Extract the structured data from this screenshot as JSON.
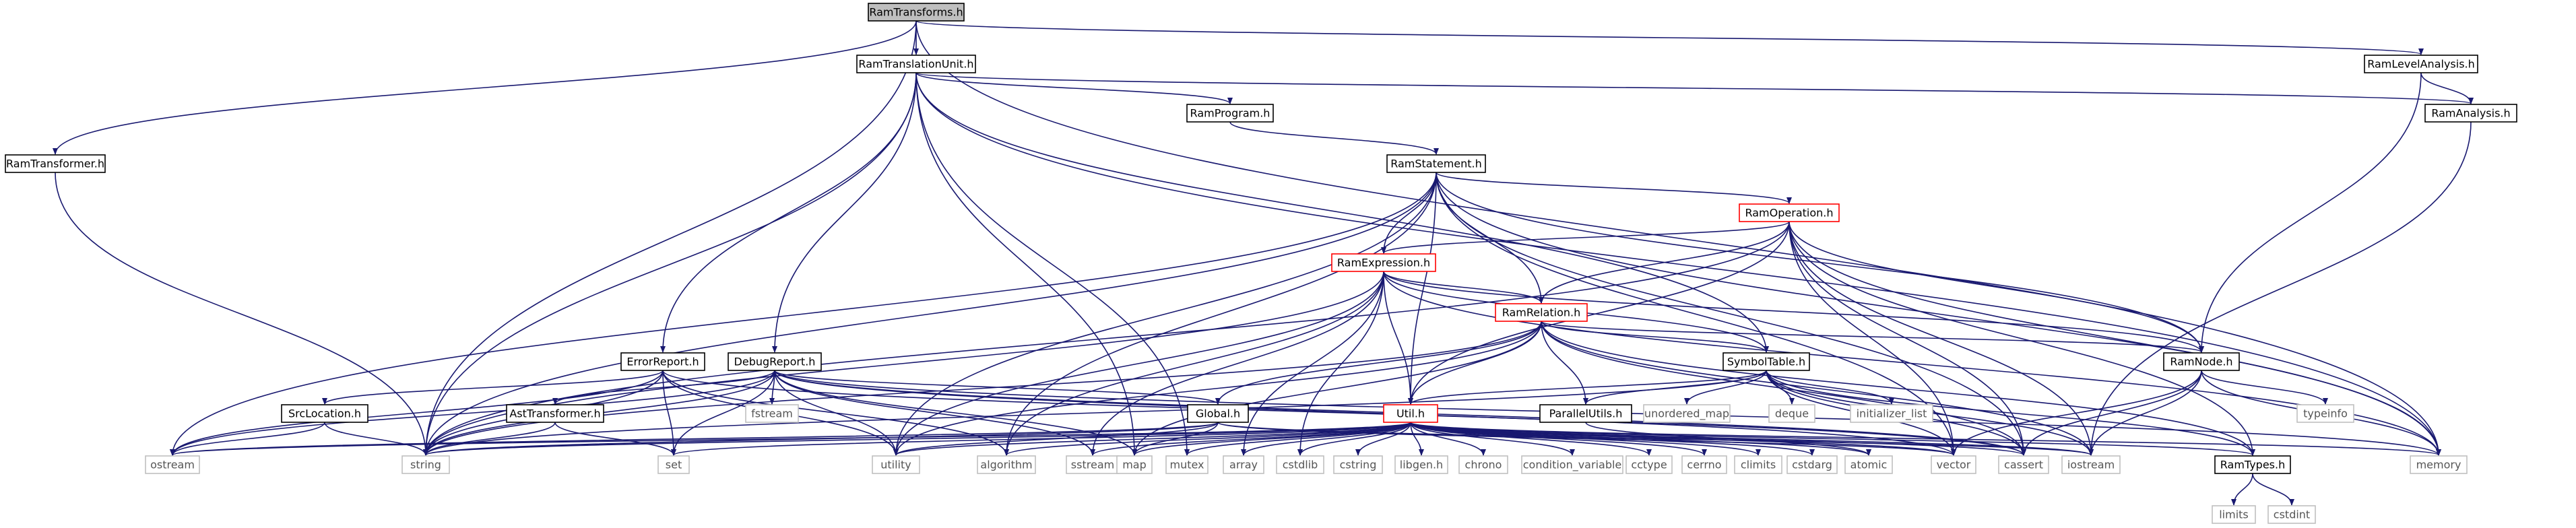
{
  "diagram": {
    "nodes": [
      {
        "id": "RamTransforms",
        "label": "RamTransforms.h",
        "style": "root"
      },
      {
        "id": "RamTranslationUnit",
        "label": "RamTranslationUnit.h",
        "style": "normal"
      },
      {
        "id": "RamLevelAnalysis",
        "label": "RamLevelAnalysis.h",
        "style": "normal"
      },
      {
        "id": "RamTransformer",
        "label": "RamTransformer.h",
        "style": "normal"
      },
      {
        "id": "RamProgram",
        "label": "RamProgram.h",
        "style": "normal"
      },
      {
        "id": "RamAnalysis",
        "label": "RamAnalysis.h",
        "style": "normal"
      },
      {
        "id": "RamStatement",
        "label": "RamStatement.h",
        "style": "normal"
      },
      {
        "id": "RamOperation",
        "label": "RamOperation.h",
        "style": "red"
      },
      {
        "id": "RamExpression",
        "label": "RamExpression.h",
        "style": "red"
      },
      {
        "id": "RamRelation",
        "label": "RamRelation.h",
        "style": "red"
      },
      {
        "id": "ErrorReport",
        "label": "ErrorReport.h",
        "style": "normal"
      },
      {
        "id": "DebugReport",
        "label": "DebugReport.h",
        "style": "normal"
      },
      {
        "id": "SymbolTable",
        "label": "SymbolTable.h",
        "style": "normal"
      },
      {
        "id": "RamNode",
        "label": "RamNode.h",
        "style": "normal"
      },
      {
        "id": "SrcLocation",
        "label": "SrcLocation.h",
        "style": "normal"
      },
      {
        "id": "AstTransformer",
        "label": "AstTransformer.h",
        "style": "normal"
      },
      {
        "id": "Global",
        "label": "Global.h",
        "style": "normal"
      },
      {
        "id": "Util",
        "label": "Util.h",
        "style": "red"
      },
      {
        "id": "ParallelUtils",
        "label": "ParallelUtils.h",
        "style": "normal"
      },
      {
        "id": "RamTypes",
        "label": "RamTypes.h",
        "style": "normal"
      },
      {
        "id": "fstream",
        "label": "fstream",
        "style": "leaf"
      },
      {
        "id": "unordered_map",
        "label": "unordered_map",
        "style": "leaf"
      },
      {
        "id": "deque",
        "label": "deque",
        "style": "leaf"
      },
      {
        "id": "initializer_list",
        "label": "initializer_list",
        "style": "leaf"
      },
      {
        "id": "typeinfo",
        "label": "typeinfo",
        "style": "leaf"
      },
      {
        "id": "ostream",
        "label": "ostream",
        "style": "leaf"
      },
      {
        "id": "string",
        "label": "string",
        "style": "leaf"
      },
      {
        "id": "set",
        "label": "set",
        "style": "leaf"
      },
      {
        "id": "utility",
        "label": "utility",
        "style": "leaf"
      },
      {
        "id": "algorithm",
        "label": "algorithm",
        "style": "leaf"
      },
      {
        "id": "sstream",
        "label": "sstream",
        "style": "leaf"
      },
      {
        "id": "map",
        "label": "map",
        "style": "leaf"
      },
      {
        "id": "mutex",
        "label": "mutex",
        "style": "leaf"
      },
      {
        "id": "array",
        "label": "array",
        "style": "leaf"
      },
      {
        "id": "cstdlib",
        "label": "cstdlib",
        "style": "leaf"
      },
      {
        "id": "cstring",
        "label": "cstring",
        "style": "leaf"
      },
      {
        "id": "libgen",
        "label": "libgen.h",
        "style": "leaf"
      },
      {
        "id": "chrono",
        "label": "chrono",
        "style": "leaf"
      },
      {
        "id": "condition_variable",
        "label": "condition_variable",
        "style": "leaf"
      },
      {
        "id": "cctype",
        "label": "cctype",
        "style": "leaf"
      },
      {
        "id": "cerrno",
        "label": "cerrno",
        "style": "leaf"
      },
      {
        "id": "climits",
        "label": "climits",
        "style": "leaf"
      },
      {
        "id": "cstdarg",
        "label": "cstdarg",
        "style": "leaf"
      },
      {
        "id": "atomic",
        "label": "atomic",
        "style": "leaf"
      },
      {
        "id": "vector",
        "label": "vector",
        "style": "leaf"
      },
      {
        "id": "cassert",
        "label": "cassert",
        "style": "leaf"
      },
      {
        "id": "iostream",
        "label": "iostream",
        "style": "leaf"
      },
      {
        "id": "memory",
        "label": "memory",
        "style": "leaf"
      },
      {
        "id": "limits",
        "label": "limits",
        "style": "leaf"
      },
      {
        "id": "cstdint",
        "label": "cstdint",
        "style": "leaf"
      }
    ],
    "edges": [
      [
        "RamTransforms",
        "RamTranslationUnit"
      ],
      [
        "RamTransforms",
        "RamLevelAnalysis"
      ],
      [
        "RamTransforms",
        "RamTransformer"
      ],
      [
        "RamTransforms",
        "string"
      ],
      [
        "RamTransforms",
        "memory"
      ],
      [
        "RamTranslationUnit",
        "RamProgram"
      ],
      [
        "RamTranslationUnit",
        "RamAnalysis"
      ],
      [
        "RamTranslationUnit",
        "ErrorReport"
      ],
      [
        "RamTranslationUnit",
        "DebugReport"
      ],
      [
        "RamTranslationUnit",
        "SymbolTable"
      ],
      [
        "RamTranslationUnit",
        "string"
      ],
      [
        "RamTranslationUnit",
        "map"
      ],
      [
        "RamTranslationUnit",
        "mutex"
      ],
      [
        "RamTranslationUnit",
        "memory"
      ],
      [
        "RamLevelAnalysis",
        "RamAnalysis"
      ],
      [
        "RamLevelAnalysis",
        "RamNode"
      ],
      [
        "RamTransformer",
        "string"
      ],
      [
        "RamProgram",
        "RamStatement"
      ],
      [
        "RamAnalysis",
        "iostream"
      ],
      [
        "RamStatement",
        "RamOperation"
      ],
      [
        "RamStatement",
        "RamExpression"
      ],
      [
        "RamStatement",
        "RamRelation"
      ],
      [
        "RamStatement",
        "RamNode"
      ],
      [
        "RamStatement",
        "Util"
      ],
      [
        "RamStatement",
        "ostream"
      ],
      [
        "RamStatement",
        "string"
      ],
      [
        "RamStatement",
        "utility"
      ],
      [
        "RamStatement",
        "algorithm"
      ],
      [
        "RamStatement",
        "vector"
      ],
      [
        "RamStatement",
        "cassert"
      ],
      [
        "RamStatement",
        "memory"
      ],
      [
        "RamOperation",
        "RamExpression"
      ],
      [
        "RamOperation",
        "RamRelation"
      ],
      [
        "RamOperation",
        "RamNode"
      ],
      [
        "RamOperation",
        "Util"
      ],
      [
        "RamOperation",
        "RamTypes"
      ],
      [
        "RamOperation",
        "string"
      ],
      [
        "RamOperation",
        "vector"
      ],
      [
        "RamOperation",
        "cassert"
      ],
      [
        "RamOperation",
        "iostream"
      ],
      [
        "RamOperation",
        "memory"
      ],
      [
        "RamExpression",
        "RamRelation"
      ],
      [
        "RamExpression",
        "RamNode"
      ],
      [
        "RamExpression",
        "SymbolTable"
      ],
      [
        "RamExpression",
        "Util"
      ],
      [
        "RamExpression",
        "string"
      ],
      [
        "RamExpression",
        "utility"
      ],
      [
        "RamExpression",
        "algorithm"
      ],
      [
        "RamExpression",
        "sstream"
      ],
      [
        "RamExpression",
        "array"
      ],
      [
        "RamExpression",
        "cstdlib"
      ],
      [
        "RamExpression",
        "memory"
      ],
      [
        "RamRelation",
        "RamNode"
      ],
      [
        "RamRelation",
        "SymbolTable"
      ],
      [
        "RamRelation",
        "Util"
      ],
      [
        "RamRelation",
        "ParallelUtils"
      ],
      [
        "RamRelation",
        "RamTypes"
      ],
      [
        "RamRelation",
        "Global"
      ],
      [
        "RamRelation",
        "string"
      ],
      [
        "RamRelation",
        "utility"
      ],
      [
        "RamRelation",
        "map"
      ],
      [
        "RamRelation",
        "cassert"
      ],
      [
        "RamRelation",
        "iostream"
      ],
      [
        "ErrorReport",
        "SrcLocation"
      ],
      [
        "ErrorReport",
        "ostream"
      ],
      [
        "ErrorReport",
        "string"
      ],
      [
        "ErrorReport",
        "set"
      ],
      [
        "ErrorReport",
        "utility"
      ],
      [
        "ErrorReport",
        "algorithm"
      ],
      [
        "ErrorReport",
        "cassert"
      ],
      [
        "DebugReport",
        "AstTransformer"
      ],
      [
        "DebugReport",
        "Global"
      ],
      [
        "DebugReport",
        "fstream"
      ],
      [
        "DebugReport",
        "ostream"
      ],
      [
        "DebugReport",
        "string"
      ],
      [
        "DebugReport",
        "set"
      ],
      [
        "DebugReport",
        "utility"
      ],
      [
        "DebugReport",
        "sstream"
      ],
      [
        "DebugReport",
        "map"
      ],
      [
        "DebugReport",
        "vector"
      ],
      [
        "DebugReport",
        "cassert"
      ],
      [
        "DebugReport",
        "memory"
      ],
      [
        "SymbolTable",
        "ParallelUtils"
      ],
      [
        "SymbolTable",
        "RamTypes"
      ],
      [
        "SymbolTable",
        "Util"
      ],
      [
        "SymbolTable",
        "unordered_map"
      ],
      [
        "SymbolTable",
        "deque"
      ],
      [
        "SymbolTable",
        "initializer_list"
      ],
      [
        "SymbolTable",
        "string"
      ],
      [
        "SymbolTable",
        "vector"
      ],
      [
        "SymbolTable",
        "cassert"
      ],
      [
        "SymbolTable",
        "iostream"
      ],
      [
        "RamNode",
        "typeinfo"
      ],
      [
        "RamNode",
        "cassert"
      ],
      [
        "RamNode",
        "iostream"
      ],
      [
        "RamNode",
        "vector"
      ],
      [
        "RamNode",
        "memory"
      ],
      [
        "SrcLocation",
        "ostream"
      ],
      [
        "SrcLocation",
        "string"
      ],
      [
        "AstTransformer",
        "string"
      ],
      [
        "AstTransformer",
        "set"
      ],
      [
        "Global",
        "string"
      ],
      [
        "Global",
        "map"
      ],
      [
        "Global",
        "vector"
      ],
      [
        "Global",
        "iostream"
      ],
      [
        "Global",
        "ostream"
      ],
      [
        "Global",
        "utility"
      ],
      [
        "Util",
        "ostream"
      ],
      [
        "Util",
        "string"
      ],
      [
        "Util",
        "set"
      ],
      [
        "Util",
        "utility"
      ],
      [
        "Util",
        "algorithm"
      ],
      [
        "Util",
        "sstream"
      ],
      [
        "Util",
        "map"
      ],
      [
        "Util",
        "mutex"
      ],
      [
        "Util",
        "array"
      ],
      [
        "Util",
        "cstdlib"
      ],
      [
        "Util",
        "cstring"
      ],
      [
        "Util",
        "libgen"
      ],
      [
        "Util",
        "chrono"
      ],
      [
        "Util",
        "condition_variable"
      ],
      [
        "Util",
        "cctype"
      ],
      [
        "Util",
        "cerrno"
      ],
      [
        "Util",
        "climits"
      ],
      [
        "Util",
        "cstdarg"
      ],
      [
        "Util",
        "atomic"
      ],
      [
        "Util",
        "vector"
      ],
      [
        "Util",
        "cassert"
      ],
      [
        "Util",
        "iostream"
      ],
      [
        "Util",
        "memory"
      ],
      [
        "Util",
        "RamTypes"
      ],
      [
        "ParallelUtils",
        "atomic"
      ],
      [
        "RamTypes",
        "limits"
      ],
      [
        "RamTypes",
        "cstdint"
      ]
    ]
  }
}
